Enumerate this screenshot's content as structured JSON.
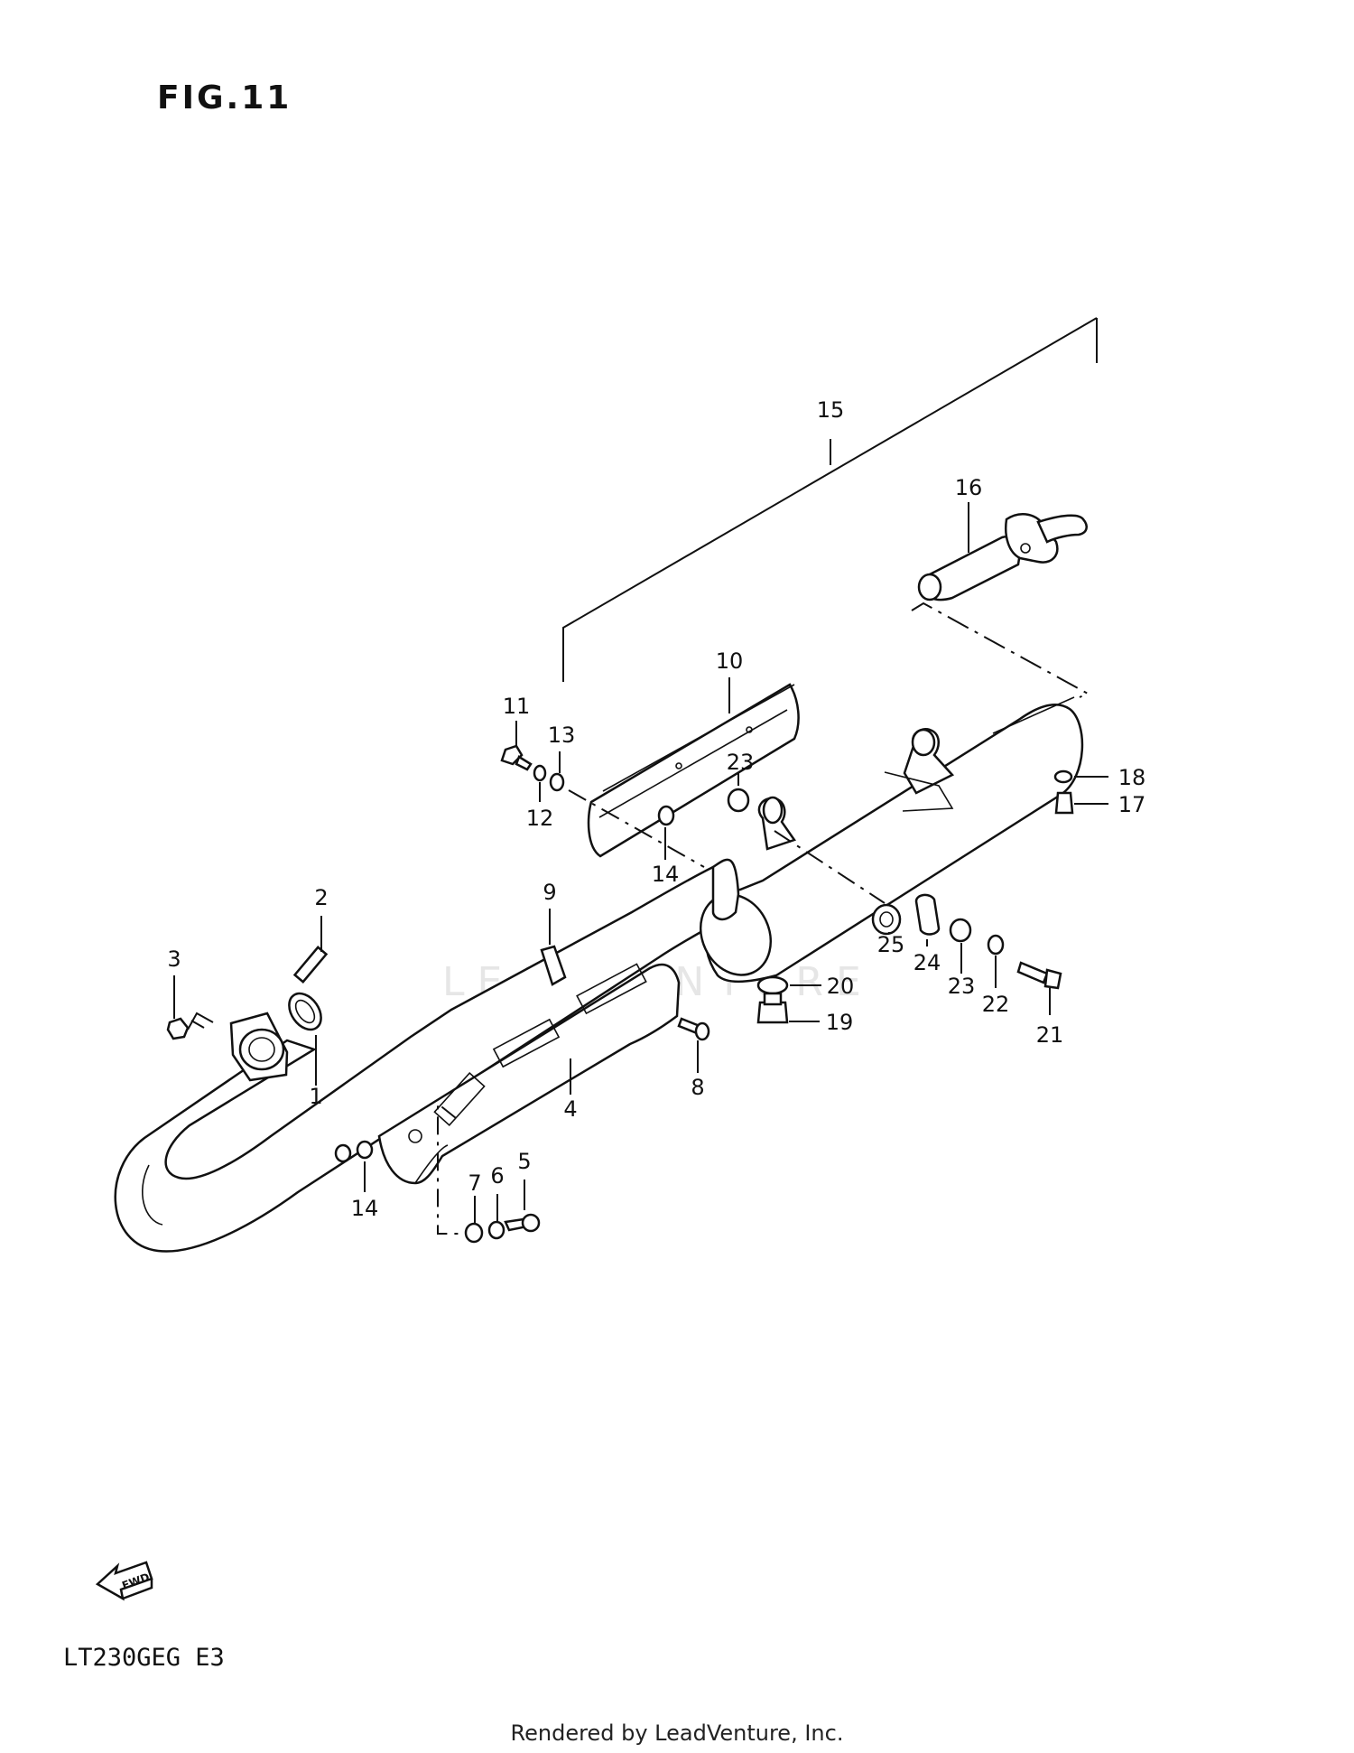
{
  "figure_title": "FIG.11",
  "model_code": "LT230GEG E3",
  "footer_text": "Rendered by LeadVenture, Inc.",
  "watermark_text": "LEADVENTURE",
  "fwd_label": "FWD",
  "callouts": [
    "1",
    "2",
    "3",
    "4",
    "5",
    "6",
    "7",
    "8",
    "9",
    "10",
    "11",
    "12",
    "13",
    "14",
    "14",
    "15",
    "16",
    "17",
    "18",
    "19",
    "20",
    "21",
    "22",
    "23",
    "23",
    "24",
    "25"
  ]
}
